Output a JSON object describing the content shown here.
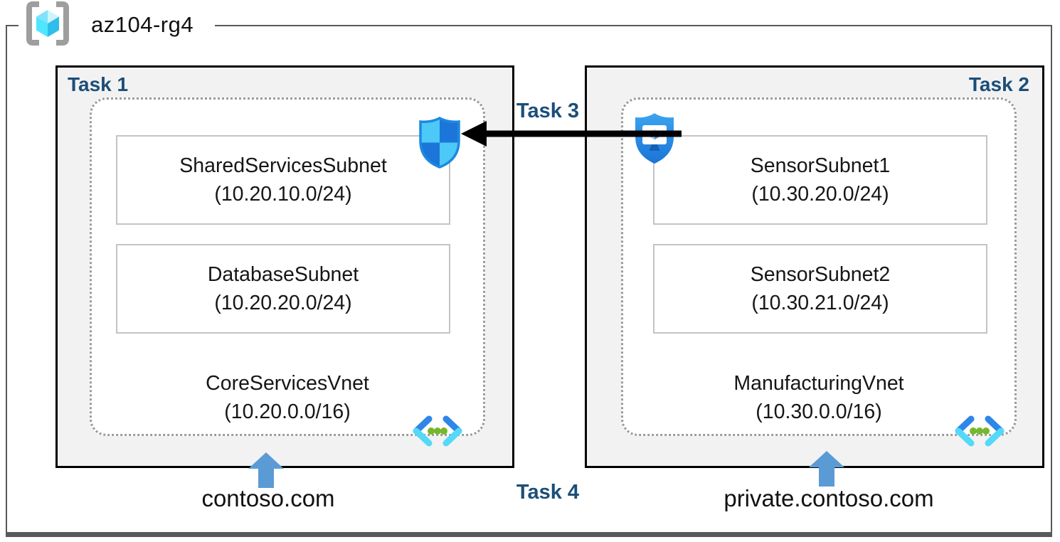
{
  "resource_group": {
    "name": "az104-rg4",
    "icon": "resource-group-icon"
  },
  "vnets": [
    {
      "task_label": "Task 1",
      "name": "CoreServicesVnet",
      "cidr": "(10.20.0.0/16)",
      "dns_label": "contoso.com",
      "icon": "virtual-network-icon",
      "subnets": [
        {
          "name": "SharedServicesSubnet",
          "cidr": "(10.20.10.0/24)"
        },
        {
          "name": "DatabaseSubnet",
          "cidr": "(10.20.20.0/24)"
        }
      ]
    },
    {
      "task_label": "Task 2",
      "name": "ManufacturingVnet",
      "cidr": "(10.30.0.0/16)",
      "dns_label": "private.contoso.com",
      "icon": "virtual-network-icon",
      "subnets": [
        {
          "name": "SensorSubnet1",
          "cidr": "(10.30.20.0/24)"
        },
        {
          "name": "SensorSubnet2",
          "cidr": "(10.30.21.0/24)"
        }
      ]
    }
  ],
  "connection": {
    "label": "Task 3",
    "from_icon": "application-security-group-icon",
    "to_icon": "network-security-group-icon",
    "direction": "right-to-left"
  },
  "bottom_task": {
    "label": "Task 4"
  },
  "colors": {
    "task_label": "#1B4E79",
    "box_fill": "#F2F2F2",
    "box_border": "#000000",
    "frame_border": "#595959",
    "dotted_border": "#9B9B9B",
    "subnet_border": "#C4C4C4",
    "blue_arrow": "#5B9BD5",
    "connection_arrow": "#000000",
    "icon_blue": "#2E86E8",
    "icon_cyan": "#54D9F9",
    "icon_green": "#76B82D"
  }
}
